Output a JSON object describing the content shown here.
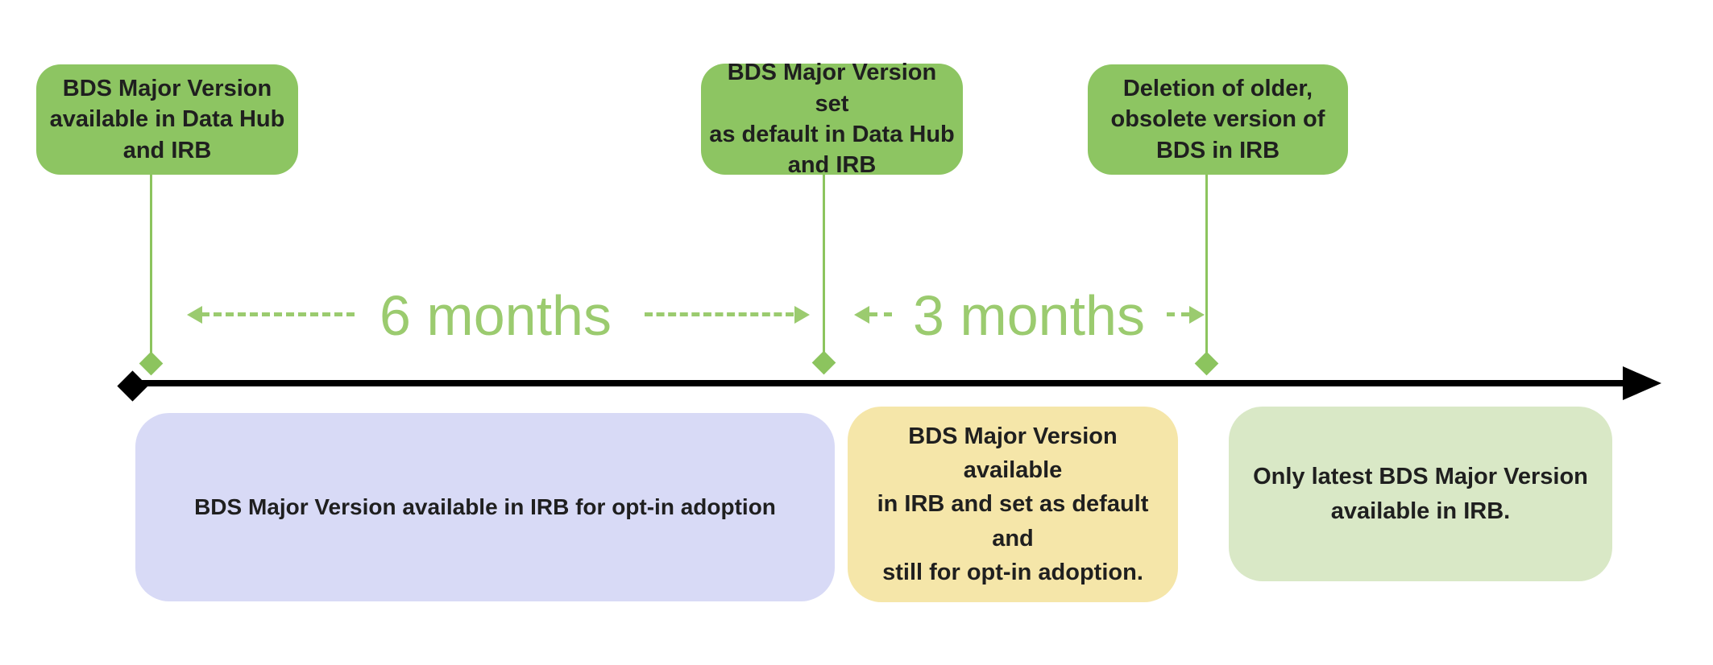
{
  "diagram": {
    "milestones": [
      {
        "label": "BDS Major Version\navailable in Data Hub\nand IRB"
      },
      {
        "label": "BDS Major Version set\nas default in Data Hub\nand IRB"
      },
      {
        "label": "Deletion of older,\nobsolete version of\nBDS in IRB"
      }
    ],
    "intervals": [
      {
        "label": "6 months"
      },
      {
        "label": "3 months"
      }
    ],
    "phases": [
      {
        "label": "BDS Major Version available in IRB for opt-in adoption",
        "color": "#D8DAF6"
      },
      {
        "label": "BDS Major Version available\nin IRB and set as default and\nstill for opt-in adoption.",
        "color": "#F5E6A9"
      },
      {
        "label": "Only latest BDS Major Version\navailable in IRB.",
        "color": "#D9E8C6"
      }
    ],
    "colors": {
      "milestone_green": "#8DC562",
      "connector_green": "#8CC45E",
      "interval_green": "#9BCB6F",
      "timeline_black": "#000000",
      "text_dark": "#1F1F1F"
    }
  }
}
